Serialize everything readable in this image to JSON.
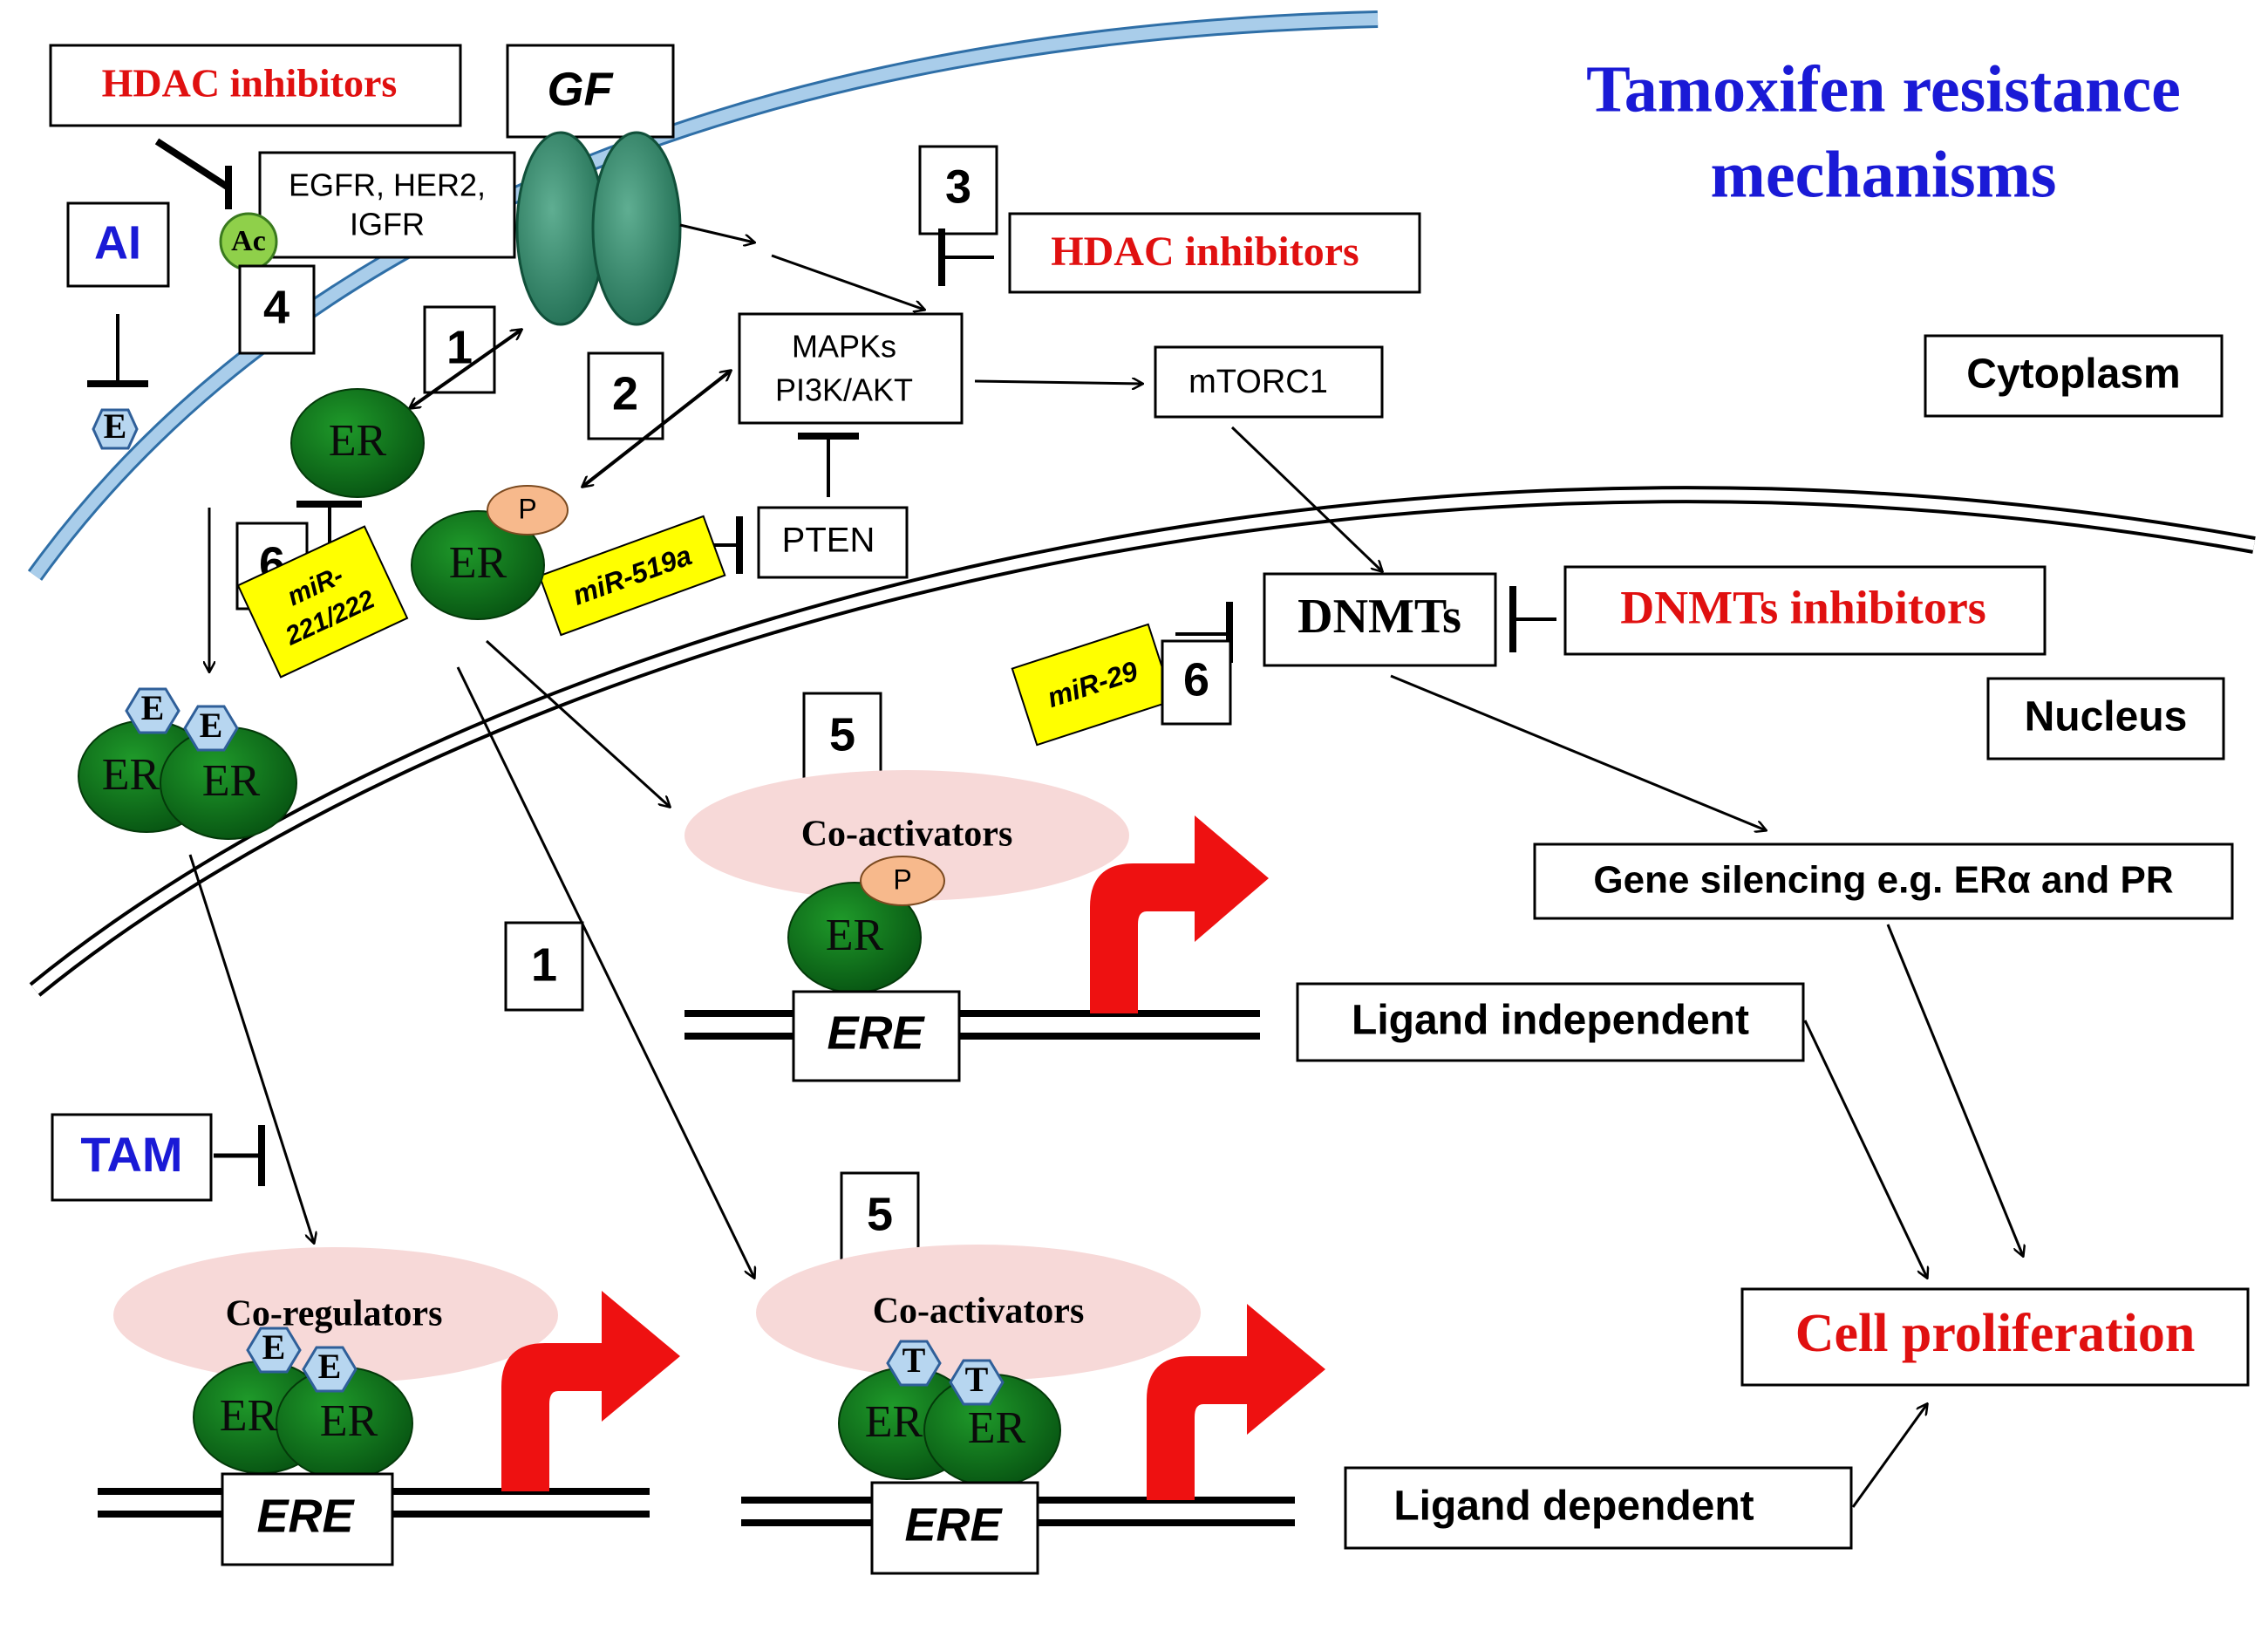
{
  "title": {
    "line1": "Tamoxifen resistance",
    "line2": "mechanisms"
  },
  "compartments": {
    "cytoplasm": "Cytoplasm",
    "nucleus": "Nucleus"
  },
  "inhibitors": {
    "hdac_top": "HDAC inhibitors",
    "hdac_mid": "HDAC inhibitors",
    "dnmt": "DNMTs inhibitors",
    "ai": "AI",
    "tam": "TAM"
  },
  "nodes": {
    "gf": "GF",
    "receptors_line1": "EGFR, HER2,",
    "receptors_line2": "IGFR",
    "ac": "Ac",
    "mapk_line1": "MAPKs",
    "mapk_line2": "PI3K/AKT",
    "mtorc1": "mTORC1",
    "pten": "PTEN",
    "dnmts": "DNMTs",
    "gene_silencing": "Gene silencing e.g. ERα and PR",
    "ligand_independent": "Ligand independent",
    "ligand_dependent": "Ligand dependent",
    "cell_proliferation": "Cell proliferation",
    "er": "ER",
    "estrogen": "E",
    "tamoxifen": "T",
    "phospho": "P",
    "ere": "ERE",
    "coactivators": "Co-activators",
    "coregulators": "Co-regulators"
  },
  "mirnas": {
    "mir221_line1": "miR-",
    "mir221_line2": "221/222",
    "mir519a": "miR-519a",
    "mir29": "miR-29"
  },
  "numbers": {
    "n1a": "1",
    "n1b": "1",
    "n2": "2",
    "n3": "3",
    "n4": "4",
    "n5a": "5",
    "n5b": "5",
    "n6a": "6",
    "n6b": "6"
  },
  "colors": {
    "title_blue": "#1a1ad6",
    "inhibitor_red": "#e01010",
    "er_green": "#0a6d16",
    "membrane_blue": "#a9cdea",
    "mirna_yellow": "#ffff00",
    "coactivator_pink": "#f7d9d8",
    "arrow_red": "#ee1111",
    "receptor_green": "#2f7f64",
    "hex_blue": "#b7d6f0",
    "phospho_orange": "#f7b98c",
    "ac_green": "#8fd04a"
  }
}
